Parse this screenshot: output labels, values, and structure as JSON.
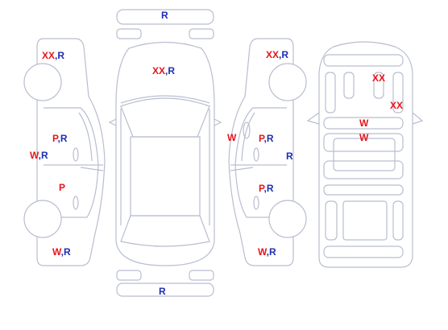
{
  "legend_codes": {
    "XX": "XX",
    "R": "R",
    "P": "P",
    "W": "W"
  },
  "colors": {
    "damage_code": "#e8141b",
    "repair_code": "#1d2fb0",
    "outline": "#b9bdd0"
  },
  "views": {
    "left_side": {
      "front_fender_code": "XX",
      "front_fender_code2": "R",
      "front_door_code": "P",
      "front_door_code2": "R",
      "rocker_code": "W",
      "rocker_code2": "R",
      "rear_door_code": "P",
      "rear_quarter_code": "W",
      "rear_quarter_code2": "R"
    },
    "top": {
      "front_bumper_code": "R",
      "hood_code": "XX",
      "hood_code2": "R",
      "rear_bumper_code": "R"
    },
    "right_side": {
      "front_fender_code": "XX",
      "front_fender_code2": "R",
      "pillar_code": "W",
      "front_door_code": "P",
      "front_door_code2": "R",
      "rocker_code": "R",
      "rear_door_code": "P",
      "rear_door_code2": "R",
      "rear_quarter_code": "W",
      "rear_quarter_code2": "R"
    },
    "interior": {
      "dash_code": "XX",
      "front_seat_code": "XX",
      "windshield_code": "W",
      "floor_code": "W"
    }
  }
}
